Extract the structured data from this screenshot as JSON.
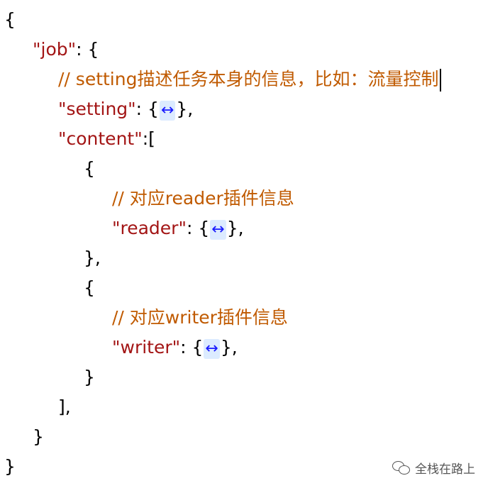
{
  "code": {
    "l1_open_brace": "{",
    "l2_key": "\"job\"",
    "l2_rest": ": {",
    "l3_comment": "// setting描述任务本身的信息，比如：流量控制",
    "l4_key": "\"setting\"",
    "l4_colon": ": {",
    "l4_fold": "↔",
    "l4_close": "},",
    "l5_key": "\"content\"",
    "l5_rest": ":[",
    "l6_open": "{",
    "l7_comment": "// 对应reader插件信息",
    "l8_key": "\"reader\"",
    "l8_colon": ": {",
    "l8_fold": "↔",
    "l8_close": "},",
    "l9_close": "},",
    "l10_open": "{",
    "l11_comment": "// 对应writer插件信息",
    "l12_key": "\"writer\"",
    "l12_colon": ": {",
    "l12_fold": "↔",
    "l12_close": "},",
    "l13_close": "}",
    "l14_close": "],",
    "l15_close": "}",
    "l16_close": "}"
  },
  "watermark": {
    "icon": "wechat-icon",
    "text": "全栈在路上"
  },
  "colors": {
    "key": "#a31515",
    "comment": "#c05a00",
    "fold": "#1a1aff"
  }
}
